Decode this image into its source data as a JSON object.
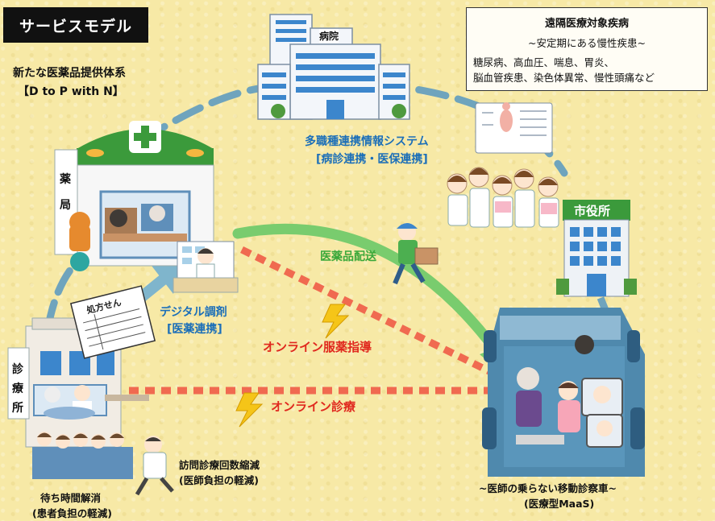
{
  "title": "サービスモデル",
  "system_heading": {
    "line1": "新たな医薬品提供体系",
    "line2": "【D to P with N】"
  },
  "target_diseases": {
    "heading": "遠隔医療対象疾病",
    "subheading": "~安定期にある慢性疾患~",
    "line1": "糖尿病、高血圧、喘息、胃炎、",
    "line2": "脳血管疾患、染色体異常、慢性頭痛など"
  },
  "nodes": {
    "hospital": "病院",
    "pharmacy_char1": "薬",
    "pharmacy_char2": "局",
    "city_hall": "市役所",
    "clinic_char1": "診",
    "clinic_char2": "療",
    "clinic_char3": "所",
    "prescription": "処方せん"
  },
  "labels": {
    "info_system_line1": "多職種連携情報システム",
    "info_system_line2": "[病診連携・医保連携]",
    "digital_line1": "デジタル調剤",
    "digital_line2": "[医薬連携]",
    "delivery": "医薬品配送",
    "online_medication": "オンライン服薬指導",
    "online_consult": "オンライン診療",
    "visit_line1": "訪問診療回数縮減",
    "visit_line2": "(医師負担の軽減)",
    "wait_line1": "待ち時間解消",
    "wait_line2": "(患者負担の軽減)",
    "mobile_line1": "~医師の乗らない移動診察車~",
    "mobile_line2": "(医療型MaaS)"
  },
  "colors": {
    "dashed_link": "#6fa4bd",
    "online_line": "#f06a50",
    "delivery_arrow": "#79cc6e",
    "info_text": "#1c6fb8",
    "digital_text": "#1c6fb8",
    "delivery_text": "#3aa83a",
    "online_text": "#e0281e",
    "pharmacy_green": "#3b9a3b",
    "hospital_blue": "#3c86cc"
  }
}
